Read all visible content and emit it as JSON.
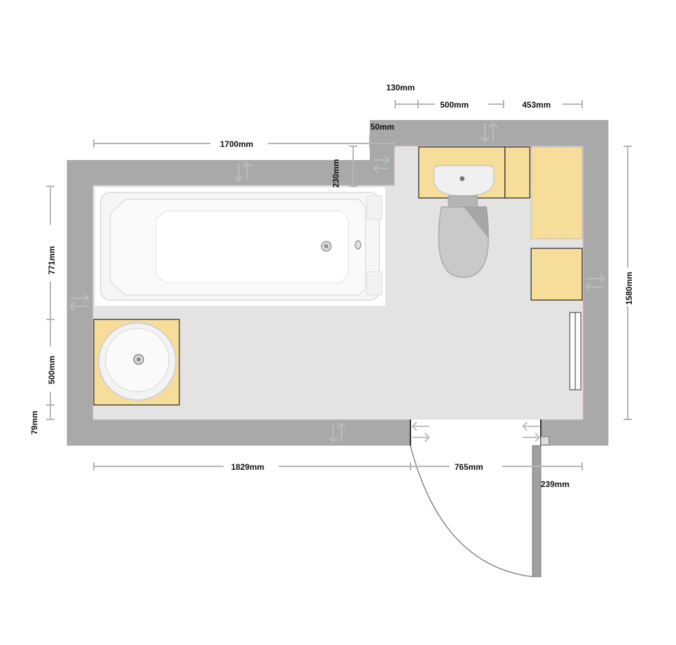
{
  "colors": {
    "wall": "#a9a9a9",
    "floor": "#e3e3e3",
    "cabinet": "#f6dd9a",
    "door": "#a0a0a0",
    "dimension_line": "#b5b5b5"
  },
  "dimensions": {
    "top_130": "130mm",
    "top_500": "500mm",
    "top_453": "453mm",
    "top_50": "50mm",
    "top_1700": "1700mm",
    "left_230": "230mm",
    "left_771": "771mm",
    "left_500": "500mm",
    "left_79": "79mm",
    "right_1580": "1580mm",
    "bottom_1829": "1829mm",
    "bottom_765": "765mm",
    "bottom_239": "239mm"
  },
  "fixtures": {
    "bathtub": "bathtub",
    "round_basin": "round-basin",
    "toilet": "toilet",
    "cistern_basin": "wall-basin",
    "tall_cabinet": "tall-cabinet",
    "low_cabinet": "low-cabinet",
    "radiator": "radiator",
    "door": "door"
  },
  "icons": [
    "wall-arrow-icon"
  ]
}
